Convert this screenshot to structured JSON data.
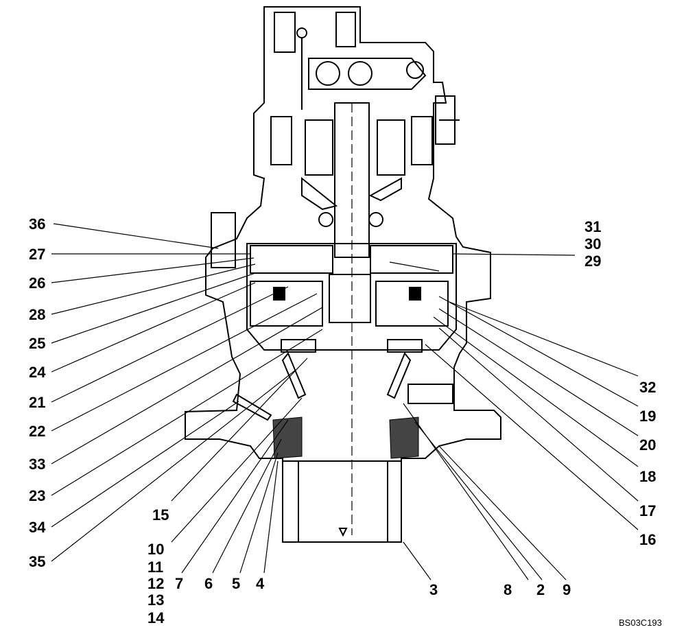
{
  "drawing_code": "BS03C193",
  "labels": {
    "p36": "36",
    "p27": "27",
    "p26": "26",
    "p28": "28",
    "p25": "25",
    "p24": "24",
    "p21": "21",
    "p22": "22",
    "p33": "33",
    "p23": "23",
    "p34": "34",
    "p35": "35",
    "p15": "15",
    "p10": "10",
    "p11": "11",
    "p12": "12",
    "p13": "13",
    "p14": "14",
    "p7": "7",
    "p6": "6",
    "p5": "5",
    "p4": "4",
    "p3": "3",
    "p8": "8",
    "p2": "2",
    "p9": "9",
    "p31": "31",
    "p30": "30",
    "p29": "29",
    "p32": "32",
    "p19": "19",
    "p20": "20",
    "p18": "18",
    "p17": "17",
    "p16": "16"
  }
}
